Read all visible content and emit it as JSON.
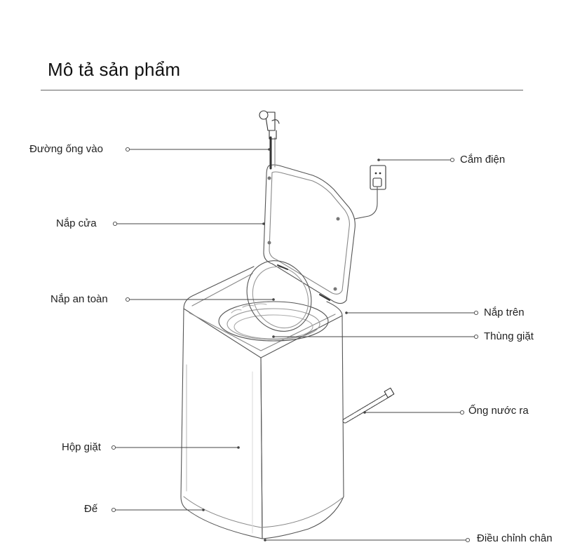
{
  "title": "Mô tả sản phẩm",
  "labels": {
    "inlet_hose": "Đường ống vào",
    "plug": "Cắm điện",
    "door_lid": "Nắp cửa",
    "safety_lid": "Nắp an toàn",
    "top_cover": "Nắp trên",
    "drum": "Thùng giặt",
    "drain_hose": "Ống nước ra",
    "body": "Hộp giặt",
    "base": "Đế",
    "feet": "Điều chỉnh chân"
  }
}
